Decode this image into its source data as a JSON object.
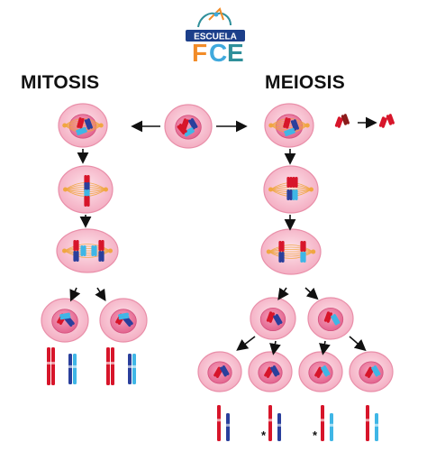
{
  "logo": {
    "word": "ESCUELA",
    "letters": [
      "F",
      "C",
      "E"
    ],
    "colors": {
      "f": "#f28c28",
      "c": "#3fa9dd",
      "e": "#2f8f9a",
      "banner": "#1c3f8a",
      "word": "#ffffff"
    }
  },
  "titles": {
    "left": "MITOSIS",
    "right": "MEIOSIS"
  },
  "annotations": {
    "star": "*"
  },
  "colors": {
    "cell_fill": "#f7b7c9",
    "cell_edge": "#e98fa9",
    "nucleus": "#e9739a",
    "chrom_red": "#d7152a",
    "chrom_blue": "#2a3f9c",
    "chrom_cyan": "#3fb6e6",
    "spindle": "#f0a640",
    "arrow": "#111111"
  }
}
